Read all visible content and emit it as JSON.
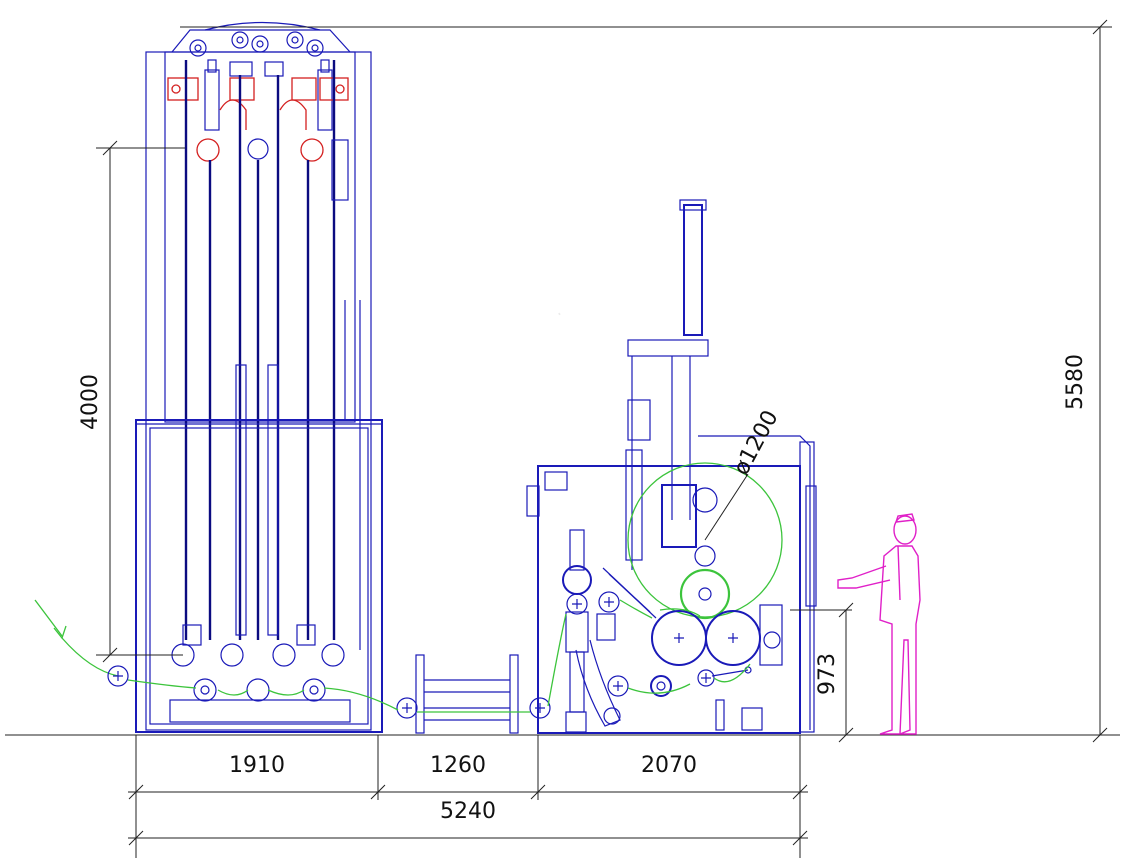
{
  "dimensions": {
    "total_height": "5580",
    "tower_accumulator_height": "4000",
    "roll_diameter": "ø1200",
    "working_height": "973",
    "section_1_width": "1910",
    "section_2_width": "1260",
    "section_3_width": "2070",
    "total_length": "5240"
  },
  "colors": {
    "machine_outline": "#1a1ab8",
    "web_path": "#3cc43c",
    "tension_rollers": "#d42020",
    "operator_figure": "#e020c8",
    "dimension_lines": "#222222"
  }
}
